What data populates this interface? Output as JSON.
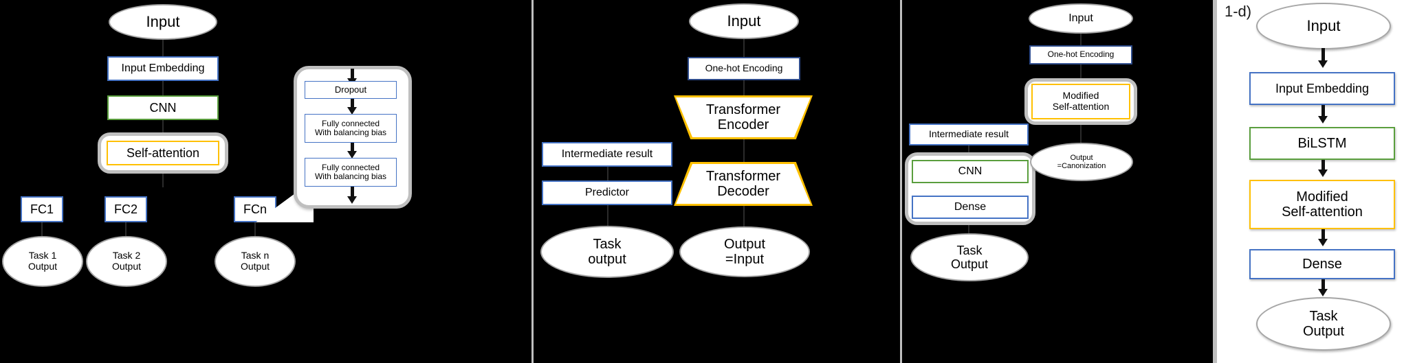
{
  "figure": {
    "panel_label": "1-d)",
    "palette": {
      "blue": "#4472C4",
      "navy": "#2E4C8C",
      "green": "#5A9E3D",
      "yellow": "#FFC000",
      "grey": "#BFBFBF",
      "dark_background": "#000000",
      "light_background": "#FFFFFF"
    }
  },
  "panel1": {
    "input": "Input",
    "input_embedding": "Input Embedding",
    "cnn": "CNN",
    "self_attention": "Self-attention",
    "fc1": "FC1",
    "fc2": "FC2",
    "fcn": "FCn",
    "task1_output": "Task 1\nOutput",
    "task1_output_line1": "Task 1",
    "task1_output_line2": "Output",
    "task2_output_line1": "Task 2",
    "task2_output_line2": "Output",
    "taskn_output_line1": "Task n",
    "taskn_output_line2": "Output",
    "callout": {
      "dropout": "Dropout",
      "fc_bias_1_line1": "Fully connected",
      "fc_bias_1_line2": "With balancing bias",
      "fc_bias_2_line1": "Fully connected",
      "fc_bias_2_line2": "With balancing bias"
    }
  },
  "panel2": {
    "intermediate_result": "Intermediate result",
    "predictor": "Predictor",
    "task_output_line1": "Task",
    "task_output_line2": "output",
    "input": "Input",
    "one_hot_encoding": "One-hot Encoding",
    "transformer_encoder_line1": "Transformer",
    "transformer_encoder_line2": "Encoder",
    "transformer_decoder_line1": "Transformer",
    "transformer_decoder_line2": "Decoder",
    "output_line1": "Output",
    "output_line2": "=Input"
  },
  "panel3": {
    "intermediate_result": "Intermediate result",
    "cnn": "CNN",
    "dense": "Dense",
    "task_output_line1": "Task",
    "task_output_line2": "Output",
    "input": "Input",
    "one_hot_encoding": "One-hot Encoding",
    "modified_self_attention_line1": "Modified",
    "modified_self_attention_line2": "Self-attention",
    "output_line1": "Output",
    "output_line2": "=Canonization"
  },
  "panel4": {
    "label": "1-d)",
    "input": "Input",
    "input_embedding": "Input Embedding",
    "bilstm": "BiLSTM",
    "modified_self_attention_line1": "Modified",
    "modified_self_attention_line2": "Self-attention",
    "dense": "Dense",
    "task_output_line1": "Task",
    "task_output_line2": "Output"
  }
}
